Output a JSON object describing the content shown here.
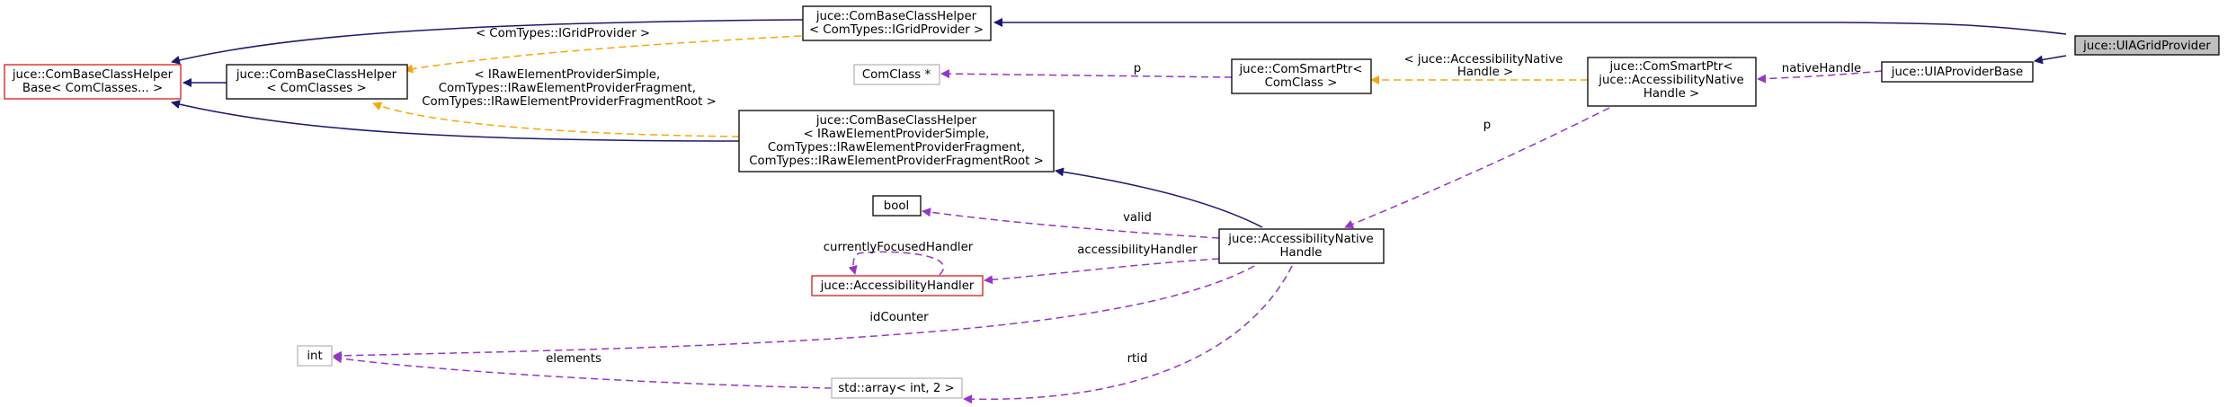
{
  "colors": {
    "inheritance": "#191970",
    "usage": "#9a32cd",
    "template_instance": "#ffa500",
    "node_border": "#000000",
    "node_border_incomplete": "#e01818",
    "node_border_external": "#b8b8b8",
    "selected_fill": "#bfbfbf"
  },
  "nodes": {
    "uia_grid_provider": [
      "juce::UIAGridProvider"
    ],
    "uia_provider_base": [
      "juce::UIAProviderBase"
    ],
    "com_base_class_helper_igrid": [
      "juce::ComBaseClassHelper",
      "< ComTypes::IGridProvider >"
    ],
    "com_base_class_helper_base": [
      "juce::ComBaseClassHelper",
      "Base< ComClasses... >"
    ],
    "com_base_class_helper_comclasses": [
      "juce::ComBaseClassHelper",
      "< ComClasses >"
    ],
    "com_class_ptr": [
      "ComClass *"
    ],
    "com_smart_ptr_comclass": [
      "juce::ComSmartPtr<",
      "ComClass >"
    ],
    "com_smart_ptr_native_handle": [
      "juce::ComSmartPtr<",
      "juce::AccessibilityNative",
      "Handle >"
    ],
    "com_base_class_helper_raw": [
      "juce::ComBaseClassHelper",
      "< IRawElementProviderSimple,",
      "ComTypes::IRawElementProviderFragment,",
      "ComTypes::IRawElementProviderFragmentRoot >"
    ],
    "bool_type": [
      "bool"
    ],
    "accessibility_native_handle": [
      "juce::AccessibilityNative",
      "Handle"
    ],
    "accessibility_handler": [
      "juce::AccessibilityHandler"
    ],
    "int_type": [
      "int"
    ],
    "std_array": [
      "std::array< int, 2 >"
    ]
  },
  "edge_labels": {
    "igrid_template": "< ComTypes::IGridProvider >",
    "raw_template": [
      "< IRawElementProviderSimple,",
      "ComTypes::IRawElementProviderFragment,",
      "ComTypes::IRawElementProviderFragmentRoot >"
    ],
    "p_comclass": "p",
    "native_handle_template": [
      "< juce::AccessibilityNative",
      "Handle >"
    ],
    "native_handle": "nativeHandle",
    "p_native": "p",
    "valid": "valid",
    "currently_focused_handler": "currentlyFocusedHandler",
    "accessibility_handler": "accessibilityHandler",
    "id_counter": "idCounter",
    "elements": "elements",
    "rtid": "rtid"
  }
}
